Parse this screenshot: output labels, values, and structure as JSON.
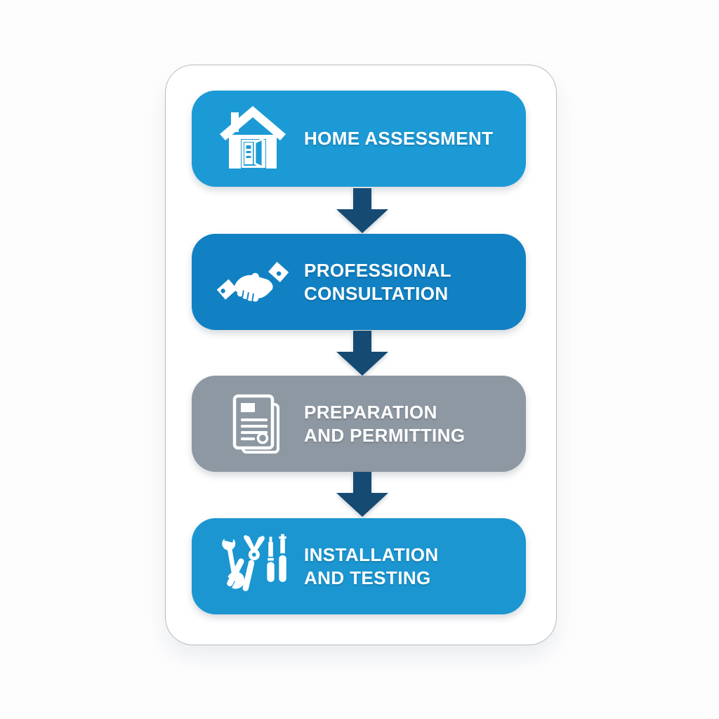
{
  "diagram": {
    "type": "flowchart",
    "direction": "top-to-bottom",
    "page_background": "#fdfdfe",
    "card_background": "#ffffff",
    "card_border_color": "#b6bbc2",
    "arrow_color": "#154a73",
    "text_color": "#ffffff",
    "steps": [
      {
        "id": 1,
        "label": "HOME ASSESSMENT",
        "lines": [
          "HOME ASSESSMENT"
        ],
        "icon": "house-icon",
        "color": "#1c9ad5"
      },
      {
        "id": 2,
        "label": "PROFESSIONAL CONSULTATION",
        "lines": [
          "PROFESSIONAL",
          "CONSULTATION"
        ],
        "icon": "handshake-icon",
        "color": "#1181c3"
      },
      {
        "id": 3,
        "label": "PREPARATION AND PERMITTING",
        "lines": [
          "PREPARATION",
          "AND PERMITTING"
        ],
        "icon": "documents-icon",
        "color": "#8d98a2"
      },
      {
        "id": 4,
        "label": "INSTALLATION AND TESTING",
        "lines": [
          "INSTALLATION",
          "AND TESTING"
        ],
        "icon": "tools-icon",
        "color": "#1b96d1"
      }
    ],
    "connectors": [
      {
        "from": 1,
        "to": 2
      },
      {
        "from": 2,
        "to": 3
      },
      {
        "from": 3,
        "to": 4
      }
    ]
  }
}
